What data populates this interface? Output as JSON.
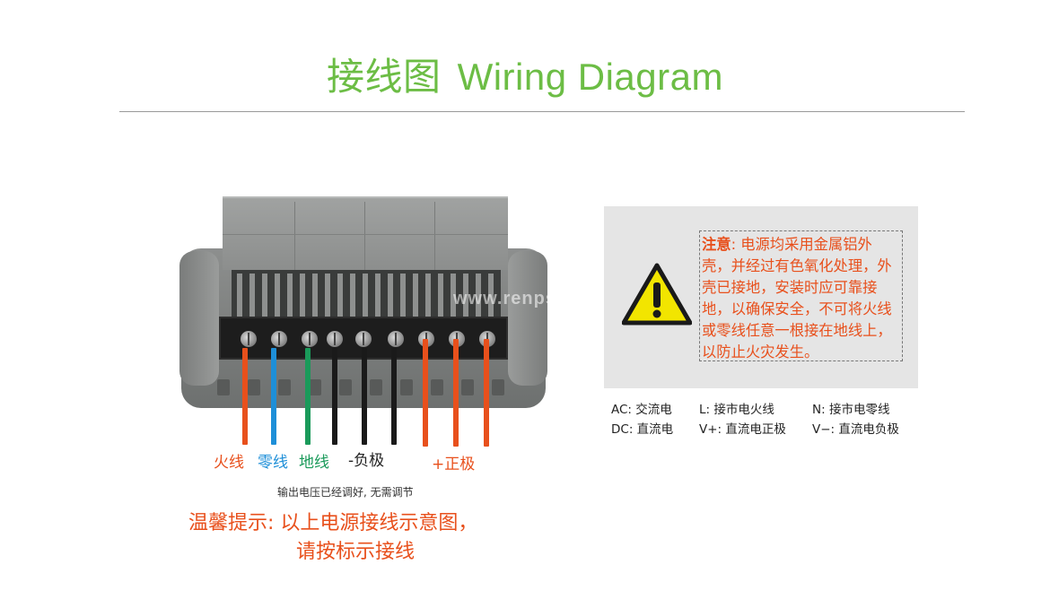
{
  "header": {
    "title_cn": "接线图",
    "title_en": "Wiring Diagram"
  },
  "watermark": "www.renpsn.com",
  "colors": {
    "title_green": "#6cbd45",
    "live_red": "#e8501c",
    "neutral_blue": "#1e8fd8",
    "ground_green": "#1a9a5a",
    "negative_black": "#1a1a1a",
    "positive_red": "#e8501c",
    "warning_yellow": "#f2e500"
  },
  "wire_labels": {
    "live": "火线",
    "neutral": "零线",
    "ground": "地线",
    "negative": "-负极",
    "positive": "+正极"
  },
  "output_note": "输出电压已经调好, 无需调节",
  "tip": {
    "line1": "温馨提示: 以上电源接线示意图，",
    "line2": "请按标示接线"
  },
  "warning": {
    "icon": "warning-triangle-icon",
    "label": "注意",
    "text": ": 电源均采用金属铝外壳，并经过有色氧化处理，外壳已接地，安装时应可靠接地，以确保安全，不可将火线或零线任意一根接在地线上，以防止火灾发生。"
  },
  "legend": {
    "ac": "AC:  交流电",
    "l": "L:  接市电火线",
    "n": "N:  接市电零线",
    "dc": "DC:  直流电",
    "vplus": "V+: 直流电正极",
    "vminus": "V−: 直流电负极"
  }
}
